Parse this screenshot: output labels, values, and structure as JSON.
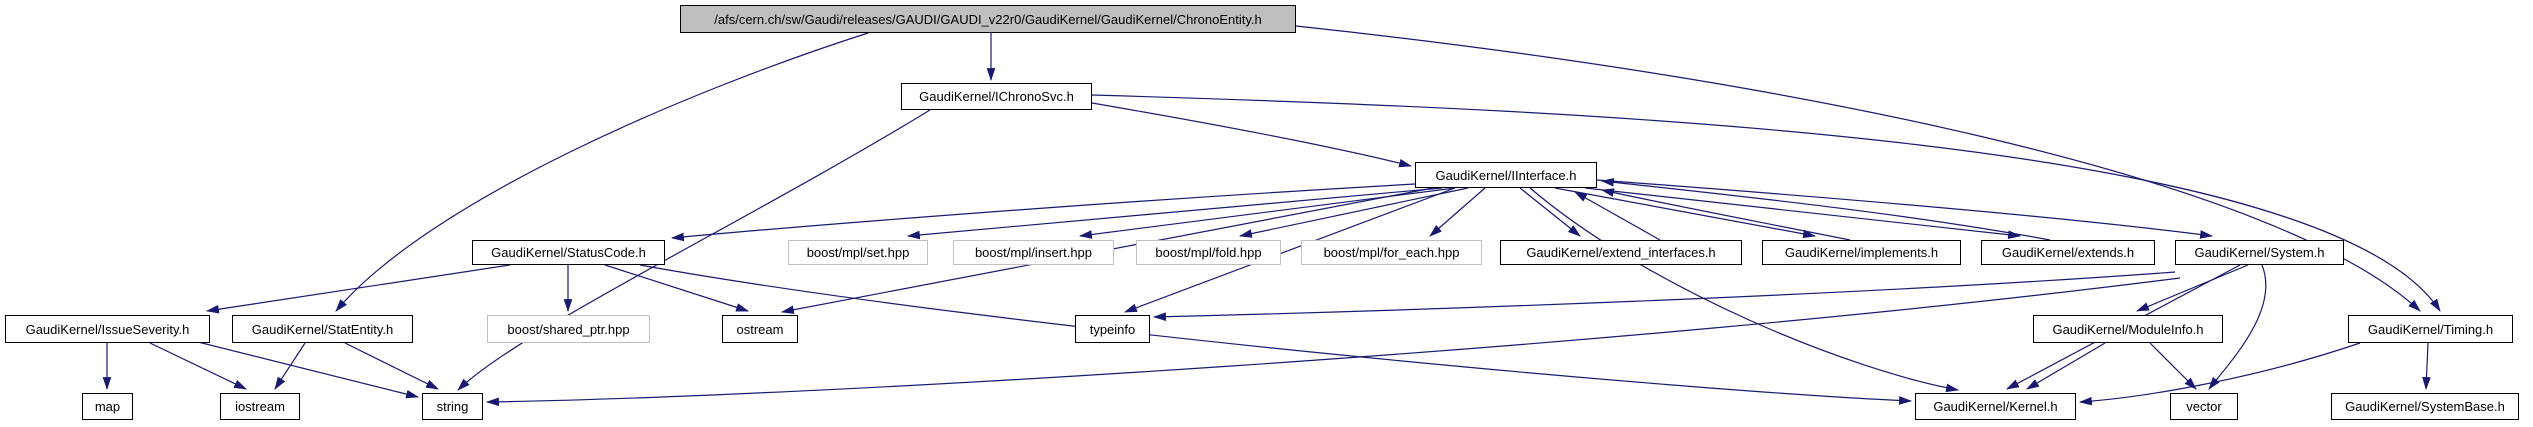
{
  "diagram": {
    "kind": "doxygen-include-dependency-graph",
    "colors": {
      "edge": "#191970",
      "node_border": "#000000",
      "external_border": "#c0c0c0",
      "root_fill": "#bfbfbf",
      "node_fill": "#ffffff",
      "background": "#ffffff"
    },
    "nodes": {
      "chrono_entity": {
        "label": "/afs/cern.ch/sw/Gaudi/releases/GAUDI/GAUDI_v22r0/GaudiKernel/GaudiKernel/ChronoEntity.h"
      },
      "ichronosvc": {
        "label": "GaudiKernel/IChronoSvc.h"
      },
      "iinterface": {
        "label": "GaudiKernel/IInterface.h"
      },
      "statuscode": {
        "label": "GaudiKernel/StatusCode.h"
      },
      "mpl_set": {
        "label": "boost/mpl/set.hpp"
      },
      "mpl_insert": {
        "label": "boost/mpl/insert.hpp"
      },
      "mpl_fold": {
        "label": "boost/mpl/fold.hpp"
      },
      "mpl_for_each": {
        "label": "boost/mpl/for_each.hpp"
      },
      "extend_interfaces": {
        "label": "GaudiKernel/extend_interfaces.h"
      },
      "implements": {
        "label": "GaudiKernel/implements.h"
      },
      "extends": {
        "label": "GaudiKernel/extends.h"
      },
      "system": {
        "label": "GaudiKernel/System.h"
      },
      "issueseverity": {
        "label": "GaudiKernel/IssueSeverity.h"
      },
      "statentity": {
        "label": "GaudiKernel/StatEntity.h"
      },
      "shared_ptr": {
        "label": "boost/shared_ptr.hpp"
      },
      "ostream": {
        "label": "ostream"
      },
      "typeinfo": {
        "label": "typeinfo"
      },
      "moduleinfo": {
        "label": "GaudiKernel/ModuleInfo.h"
      },
      "timing": {
        "label": "GaudiKernel/Timing.h"
      },
      "map": {
        "label": "map"
      },
      "iostream": {
        "label": "iostream"
      },
      "string": {
        "label": "string"
      },
      "kernel": {
        "label": "GaudiKernel/Kernel.h"
      },
      "vector": {
        "label": "vector"
      },
      "systembase": {
        "label": "GaudiKernel/SystemBase.h"
      }
    },
    "edges": [
      {
        "from": "chrono_entity",
        "to": "ichronosvc"
      },
      {
        "from": "chrono_entity",
        "to": "statentity"
      },
      {
        "from": "chrono_entity",
        "to": "timing"
      },
      {
        "from": "ichronosvc",
        "to": "iinterface"
      },
      {
        "from": "ichronosvc",
        "to": "string"
      },
      {
        "from": "ichronosvc",
        "to": "timing"
      },
      {
        "from": "iinterface",
        "to": "statuscode"
      },
      {
        "from": "iinterface",
        "to": "ostream"
      },
      {
        "from": "iinterface",
        "to": "typeinfo"
      },
      {
        "from": "iinterface",
        "to": "mpl_set"
      },
      {
        "from": "iinterface",
        "to": "mpl_insert"
      },
      {
        "from": "iinterface",
        "to": "mpl_fold"
      },
      {
        "from": "iinterface",
        "to": "mpl_for_each"
      },
      {
        "from": "iinterface",
        "to": "extend_interfaces"
      },
      {
        "from": "iinterface",
        "to": "implements"
      },
      {
        "from": "iinterface",
        "to": "extends"
      },
      {
        "from": "iinterface",
        "to": "system"
      },
      {
        "from": "iinterface",
        "to": "kernel"
      },
      {
        "from": "extend_interfaces",
        "to": "iinterface"
      },
      {
        "from": "implements",
        "to": "iinterface"
      },
      {
        "from": "extends",
        "to": "iinterface"
      },
      {
        "from": "statuscode",
        "to": "issueseverity"
      },
      {
        "from": "statuscode",
        "to": "ostream"
      },
      {
        "from": "statuscode",
        "to": "shared_ptr"
      },
      {
        "from": "statuscode",
        "to": "kernel"
      },
      {
        "from": "issueseverity",
        "to": "map"
      },
      {
        "from": "issueseverity",
        "to": "iostream"
      },
      {
        "from": "issueseverity",
        "to": "string"
      },
      {
        "from": "statentity",
        "to": "iostream"
      },
      {
        "from": "statentity",
        "to": "string"
      },
      {
        "from": "system",
        "to": "kernel"
      },
      {
        "from": "system",
        "to": "moduleinfo"
      },
      {
        "from": "system",
        "to": "vector"
      },
      {
        "from": "system",
        "to": "typeinfo"
      },
      {
        "from": "system",
        "to": "string"
      },
      {
        "from": "moduleinfo",
        "to": "kernel"
      },
      {
        "from": "moduleinfo",
        "to": "vector"
      },
      {
        "from": "timing",
        "to": "kernel"
      },
      {
        "from": "timing",
        "to": "systembase"
      }
    ]
  }
}
